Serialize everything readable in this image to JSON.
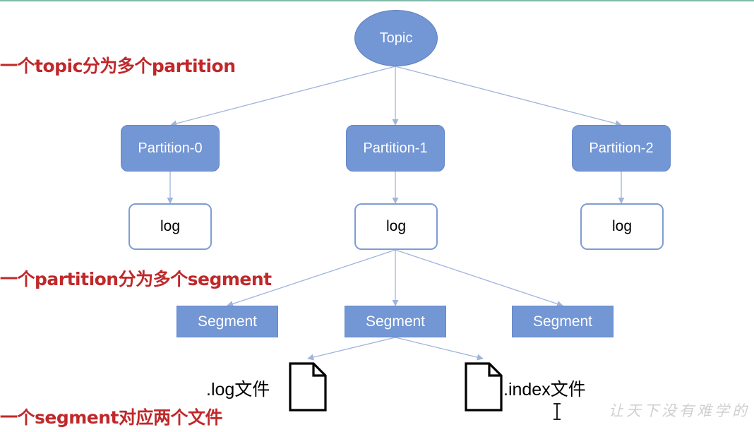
{
  "annotations": {
    "topic_partition": "一个topic分为多个partition",
    "partition_segment": "一个partition分为多个segment",
    "segment_files": "一个segment对应两个文件"
  },
  "topic": {
    "label": "Topic"
  },
  "partitions": [
    {
      "label": "Partition-0",
      "log": "log"
    },
    {
      "label": "Partition-1",
      "log": "log"
    },
    {
      "label": "Partition-2",
      "log": "log"
    }
  ],
  "segments": [
    {
      "label": "Segment"
    },
    {
      "label": "Segment"
    },
    {
      "label": "Segment"
    }
  ],
  "files": [
    {
      "label": ".log文件",
      "icon": "file-icon"
    },
    {
      "label": ".index文件",
      "icon": "file-icon"
    }
  ],
  "watermark": "让天下没有难学的",
  "colors": {
    "node_fill": "#7396d4",
    "log_border": "#7f9cd3",
    "edge": "#9fb4dc",
    "annotation": "#c0282a"
  }
}
